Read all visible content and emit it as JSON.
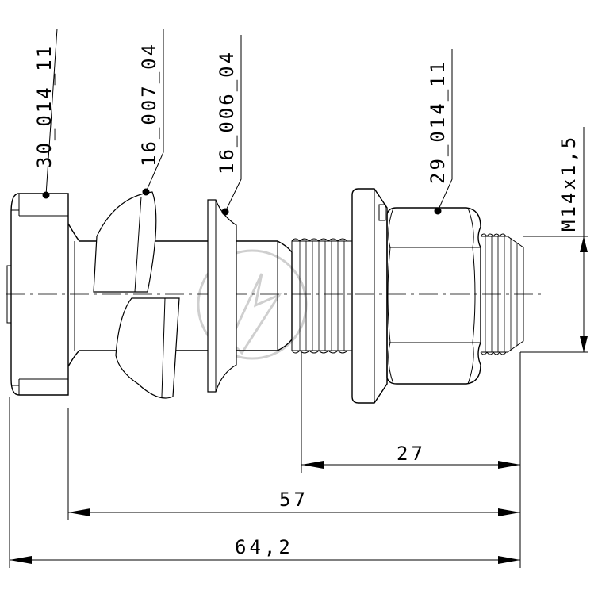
{
  "part_labels": {
    "head_bolt": "30_014_11",
    "wedge_washer": "16_007_04",
    "flat_washer": "16_006_04",
    "nut": "29_014_11"
  },
  "thread_spec": "M14x1,5",
  "dimensions": {
    "nut_to_end": "27",
    "shank_length": "57",
    "total_length": "64,2"
  }
}
